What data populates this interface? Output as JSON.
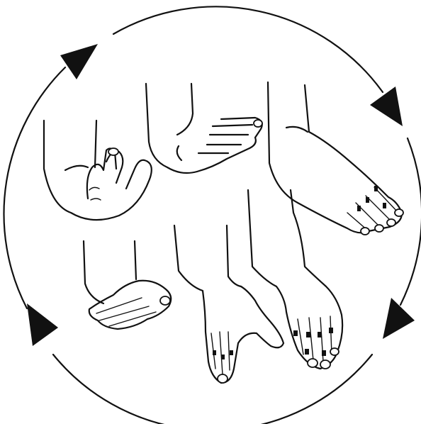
{
  "figure": {
    "description_visible_text": "",
    "line_color": "#111111",
    "background_color": "#ffffff",
    "cycle_direction": "clockwise",
    "arrow_count": 4,
    "hand_stage_count": 6,
    "icons": [
      "cycle-arrow-icon",
      "hand-illustration"
    ]
  }
}
